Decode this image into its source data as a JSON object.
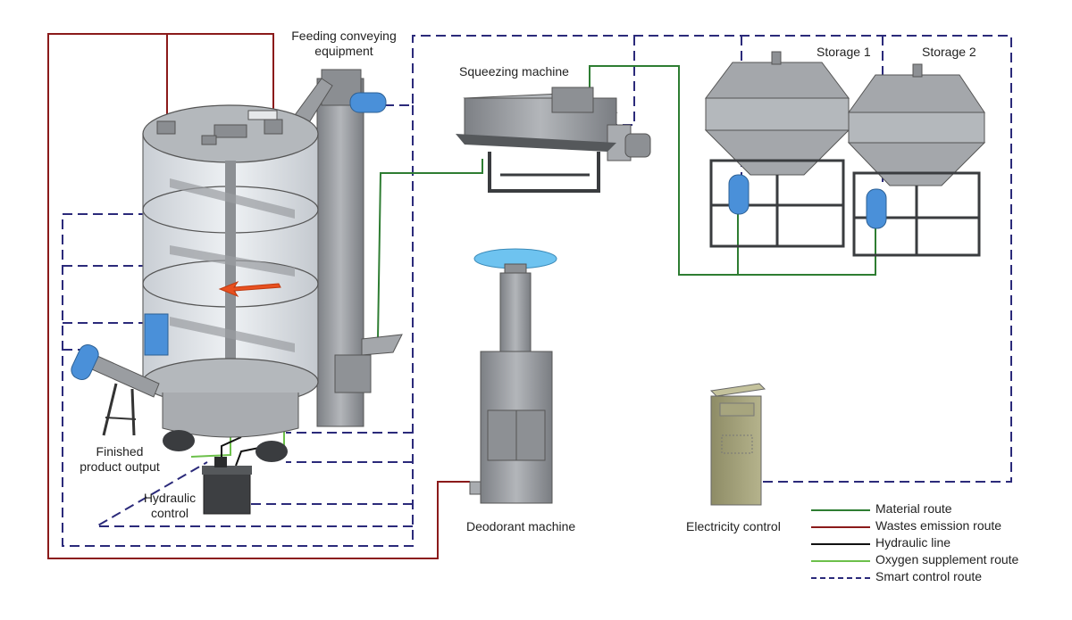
{
  "labels": {
    "feeding_conveying": [
      "Feeding conveying",
      "equipment"
    ],
    "squeezing_machine": "Squeezing machine",
    "storage_1": "Storage 1",
    "storage_2": "Storage 2",
    "finished_product_output": [
      "Finished",
      "product output"
    ],
    "hydraulic_control": [
      "Hydraulic",
      "control"
    ],
    "deodorant_machine": "Deodorant machine",
    "electricity_control": "Electricity control"
  },
  "legend": [
    {
      "label": "Material route",
      "color": "#2e7d32",
      "style": "solid"
    },
    {
      "label": "Wastes emission route",
      "color": "#8b1a1a",
      "style": "solid"
    },
    {
      "label": "Hydraulic line",
      "color": "#111111",
      "style": "solid"
    },
    {
      "label": "Oxygen supplement route",
      "color": "#6cc04a",
      "style": "solid"
    },
    {
      "label": "Smart control route",
      "color": "#2b2a7a",
      "style": "dashed"
    }
  ],
  "colors": {
    "equipment_gray": "#9a9da1",
    "equipment_dark": "#6f7276",
    "tank_glass": "#dfe3e8",
    "motor_blue": "#4a90d9",
    "deodorant_top": "#6ec3f0",
    "cabinet": "#9c9a72",
    "agitator_arrow": "#e8501f"
  }
}
